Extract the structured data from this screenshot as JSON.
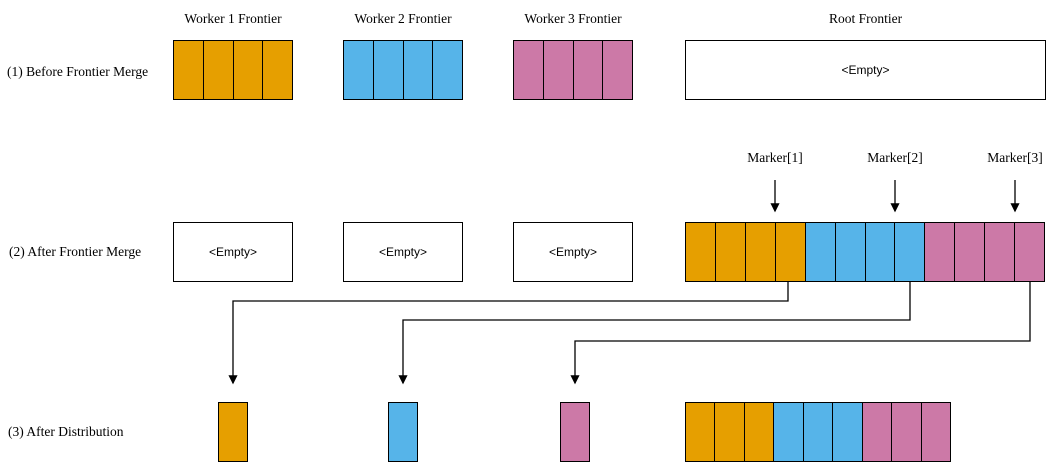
{
  "colors": {
    "orange": "#E69F00",
    "blue": "#56B4E9",
    "pink": "#CC79A7",
    "stroke": "#000000",
    "background": "#FFFFFF"
  },
  "stage1": {
    "label": "(1) Before Frontier Merge",
    "frontiers": [
      {
        "title": "Worker 1 Frontier",
        "color": "orange",
        "cell_count": 4
      },
      {
        "title": "Worker 2 Frontier",
        "color": "blue",
        "cell_count": 4
      },
      {
        "title": "Worker 3 Frontier",
        "color": "pink",
        "cell_count": 4
      },
      {
        "title": "Root Frontier",
        "value": "<Empty>"
      }
    ]
  },
  "stage2": {
    "label": "(2) After Frontier Merge",
    "worker_values": [
      "<Empty>",
      "<Empty>",
      "<Empty>"
    ],
    "merged": {
      "orange_cells": 4,
      "blue_cells": 4,
      "pink_cells": 4
    },
    "markers": [
      {
        "label": "Marker[1]"
      },
      {
        "label": "Marker[2]"
      },
      {
        "label": "Marker[3]"
      }
    ]
  },
  "stage3": {
    "label": "(3) After Distribution",
    "distributed_cells": [
      "orange",
      "blue",
      "pink"
    ],
    "root": {
      "orange_cells": 3,
      "blue_cells": 3,
      "pink_cells": 3
    }
  }
}
